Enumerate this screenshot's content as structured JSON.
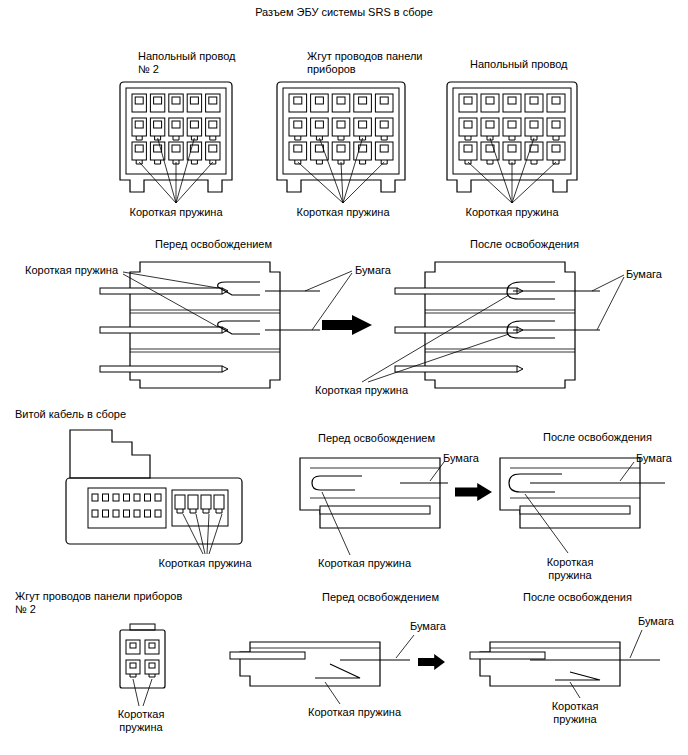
{
  "diagram": {
    "title": "Разъем ЭБУ системы SRS в сборе",
    "labels": [
      "Напольный провод № 2",
      "Жгут проводов панели приборов",
      "Напольный провод",
      "Короткая пружина",
      "Короткая пружина",
      "Короткая пружина",
      "Перед освобождением",
      "После освобождения",
      "Короткая пружина",
      "Бумага",
      "Бумага",
      "Короткая пружина",
      "Витой кабель в сборе",
      "Перед освобождением",
      "После освобождения",
      "Бумага",
      "Бумага",
      "Короткая пружина",
      "Короткая пружина",
      "Короткая пружина",
      "Жгут проводов панели приборов № 2",
      "Перед освобождением",
      "После освобождения",
      "Бумага",
      "Бумага",
      "Короткая пружина",
      "Короткая пружина",
      "Короткая пружина"
    ]
  }
}
